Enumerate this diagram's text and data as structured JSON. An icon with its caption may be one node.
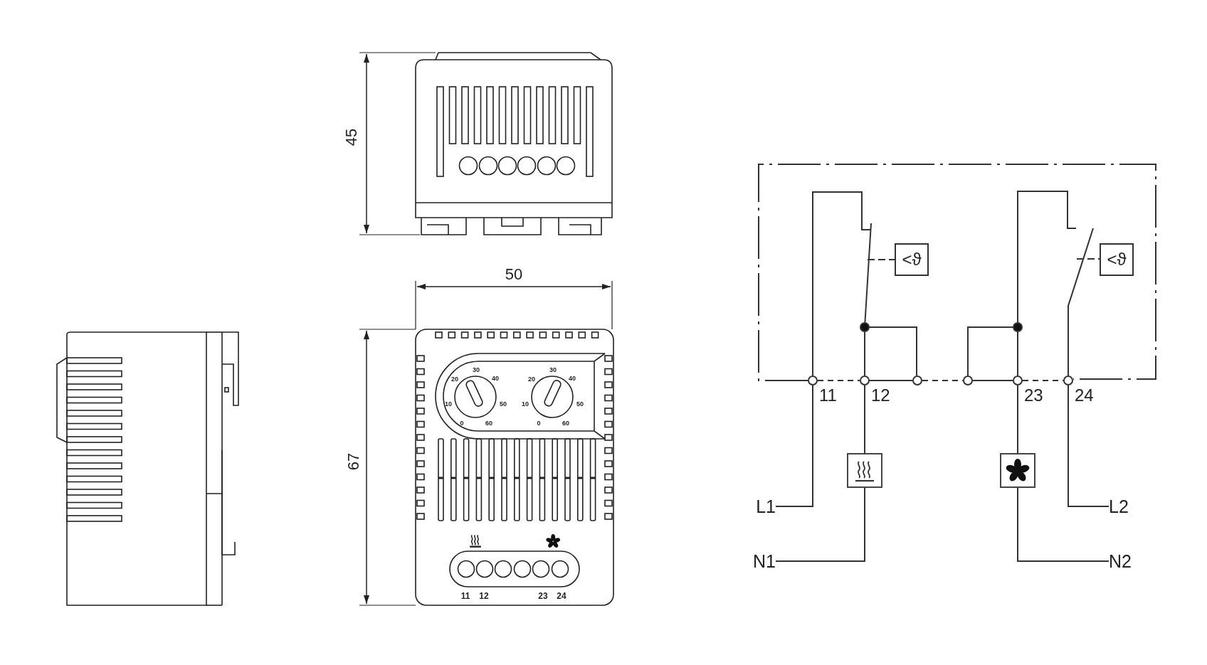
{
  "diagram": {
    "nodes": [
      {
        "text": [
          "<ϑ"
        ]
      },
      {
        "text": [
          "<ϑ"
        ]
      },
      {
        "text": [
          "11"
        ]
      },
      {
        "text": [
          "12"
        ]
      },
      {
        "text": [],
        "shape": "circle"
      },
      {
        "text": [],
        "shape": "circle"
      },
      {
        "text": [
          "23"
        ]
      },
      {
        "text": [
          "24"
        ]
      },
      {
        "text": [],
        "shape": "picture"
      },
      {
        "text": [],
        "shape": "picture"
      },
      {
        "text": [
          "L1"
        ]
      },
      {
        "text": [
          "L2"
        ]
      },
      {
        "text": [
          "N1"
        ]
      },
      {
        "text": [
          "N2"
        ]
      }
    ],
    "edges": [
      {
        "from": 10,
        "to": 2,
        "arrow": "none"
      },
      {
        "from": 12,
        "to": 8,
        "arrow": "none"
      },
      {
        "from": 8,
        "to": 3,
        "arrow": "none"
      },
      {
        "from": 3,
        "to": 4,
        "arrow": "none"
      },
      {
        "from": 5,
        "to": 6,
        "arrow": "none"
      },
      {
        "from": 9,
        "to": 6,
        "arrow": "none"
      },
      {
        "from": 13,
        "to": 9,
        "arrow": "none"
      },
      {
        "from": 11,
        "to": 7,
        "arrow": "none"
      }
    ],
    "labels": [
      "45",
      "50",
      "67",
      "30",
      "20",
      "40",
      "10",
      "50",
      "0",
      "60",
      "30",
      "20",
      "40",
      "10",
      "50",
      "0",
      "60",
      "11",
      "12",
      "23",
      "24"
    ]
  }
}
